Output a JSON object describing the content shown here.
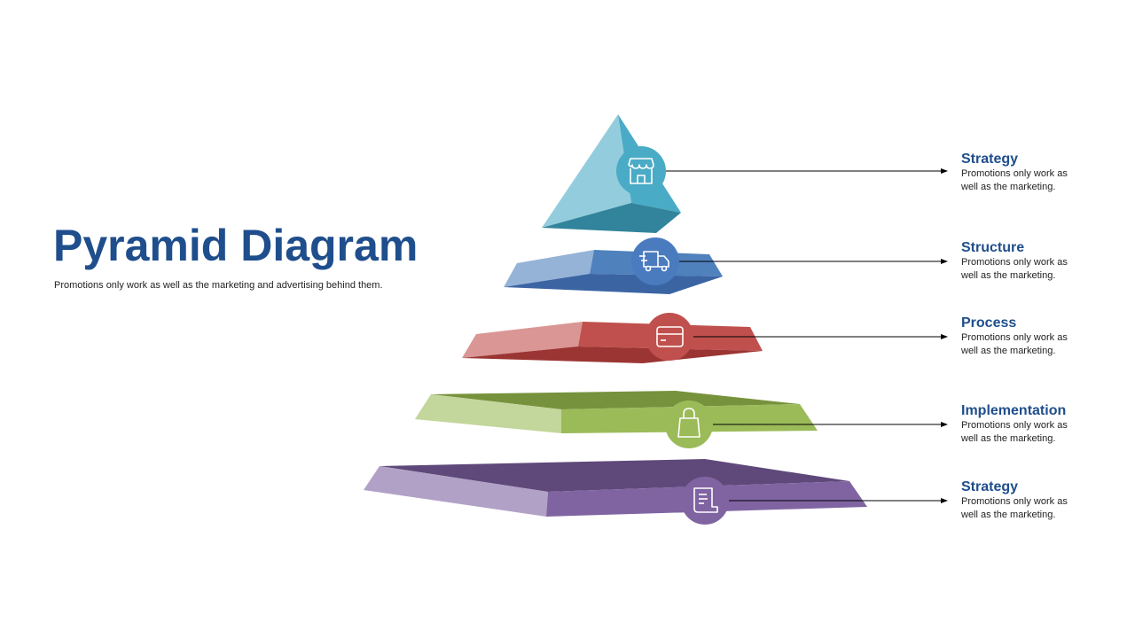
{
  "page": {
    "title": "Pyramid Diagram",
    "subtitle": "Promotions only work as well as the marketing and advertising behind them."
  },
  "levels": [
    {
      "heading": "Strategy",
      "description": "Promotions only work as well as the marketing.",
      "icon": "store-icon",
      "color": "#4aabc6"
    },
    {
      "heading": "Structure",
      "description": "Promotions only work as well as the marketing.",
      "icon": "truck-icon",
      "color": "#4a7bbf"
    },
    {
      "heading": "Process",
      "description": "Promotions only work as well as the marketing.",
      "icon": "credit-card-icon",
      "color": "#c0504d"
    },
    {
      "heading": "Implementation",
      "description": "Promotions only work as well as the marketing.",
      "icon": "shopping-bag-icon",
      "color": "#9bbb59"
    },
    {
      "heading": "Strategy",
      "description": "Promotions only work as well as the marketing.",
      "icon": "receipt-icon",
      "color": "#8064a2"
    }
  ]
}
